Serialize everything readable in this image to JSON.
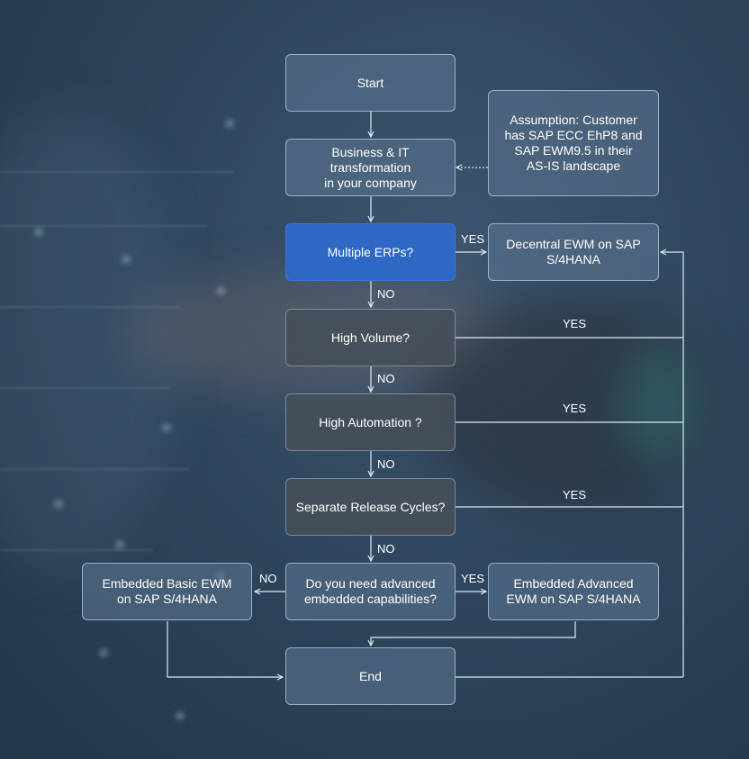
{
  "nodes": {
    "start": "Start",
    "business": "Business & IT\ntransformation\nin your company",
    "assumption": "Assumption: Customer\nhas SAP ECC EhP8 and\nSAP EWM9.5 in their\nAS-IS landscape",
    "multiple_erps": "Multiple ERPs?",
    "decentral": "Decentral EWM on SAP\nS/4HANA",
    "high_volume": "High Volume?",
    "high_automation": "High Automation ?",
    "release_cycles": "Separate Release Cycles?",
    "advanced_capabilities": "Do you need advanced\nembedded capabilities?",
    "embedded_basic": "Embedded Basic EWM\non SAP S/4HANA",
    "embedded_advanced": "Embedded Advanced\nEWM on SAP S/4HANA",
    "end": "End"
  },
  "edge_labels": {
    "yes_erps": "YES",
    "no_erps": "NO",
    "yes_volume": "YES",
    "no_volume": "NO",
    "yes_automation": "YES",
    "no_automation": "NO",
    "yes_release": "YES",
    "no_release": "NO",
    "yes_advanced": "YES",
    "no_advanced": "NO"
  },
  "colors": {
    "accent_blue": "#2f67c4",
    "connector": "#dfe8f1"
  }
}
